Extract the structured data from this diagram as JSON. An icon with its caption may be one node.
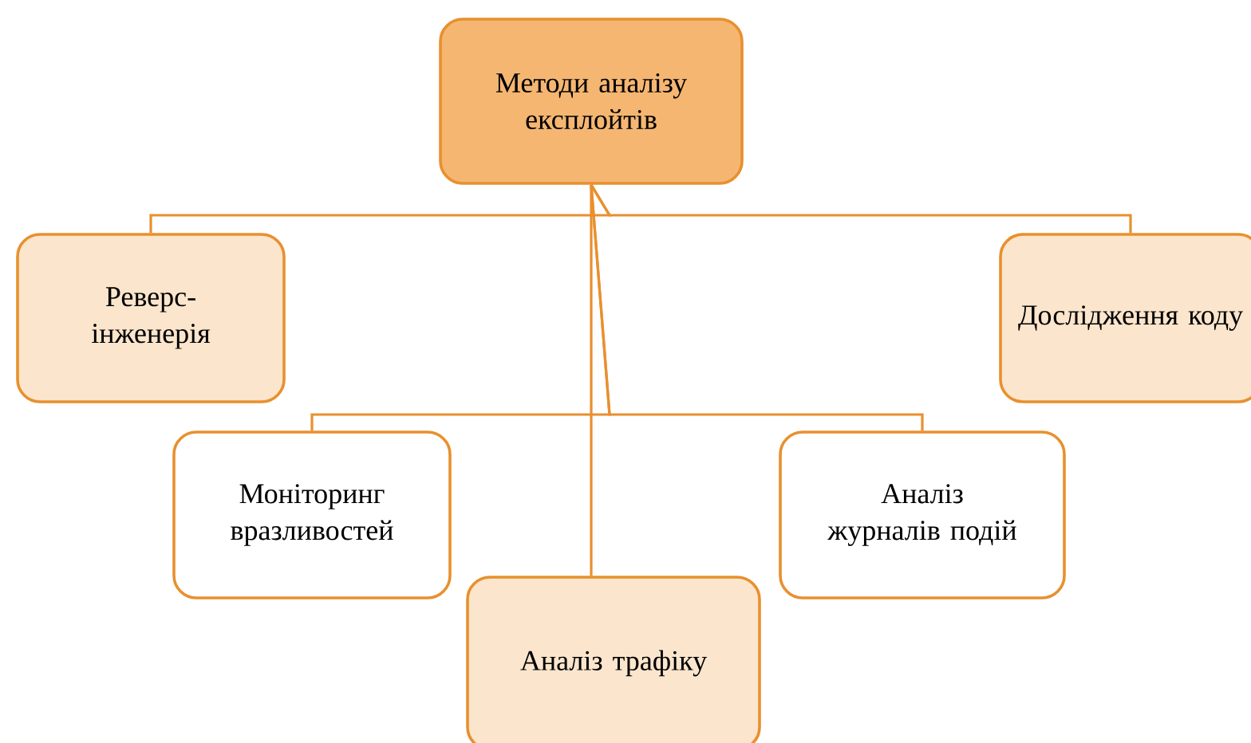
{
  "diagram": {
    "nodes": [
      {
        "text": [
          "Методи аналізу експлойтів"
        ]
      },
      {
        "text": [
          "Реверс-інженерія"
        ]
      },
      {
        "text": [
          "Дослідження коду"
        ]
      },
      {
        "text": [
          "Моніторинг вразливостей"
        ]
      },
      {
        "text": [
          "Аналіз журналів подій"
        ]
      },
      {
        "text": [
          "Аналіз трафіку"
        ]
      }
    ],
    "edges": [
      {
        "from": 0,
        "to": 1,
        "arrow": "none"
      },
      {
        "from": 0,
        "to": 2,
        "arrow": "none"
      },
      {
        "from": 0,
        "to": 3,
        "arrow": "none"
      },
      {
        "from": 0,
        "to": 4,
        "arrow": "none"
      },
      {
        "from": 0,
        "to": 5,
        "arrow": "none"
      }
    ]
  }
}
